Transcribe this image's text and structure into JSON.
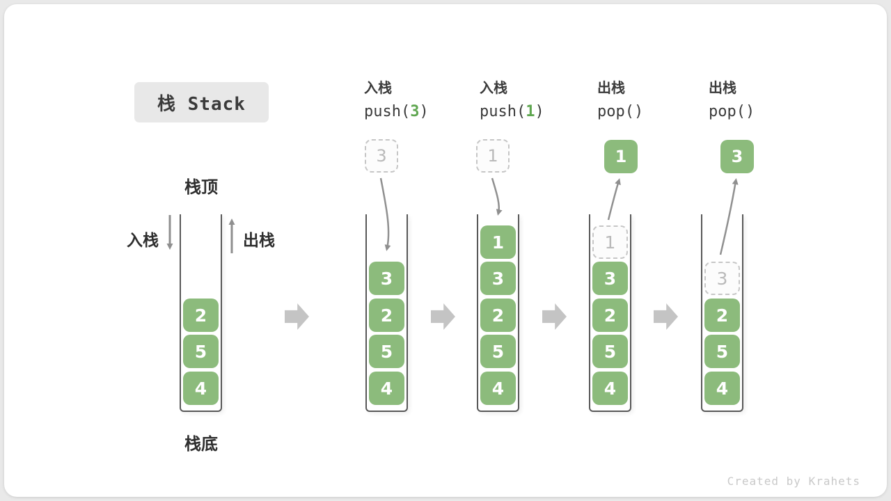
{
  "title": "栈 Stack",
  "watermark": "Created by Krahets",
  "colors": {
    "element_green": "#8CBB7C",
    "code_arg_green": "#5FA650",
    "flow_arrow_gray": "#c4c4c4",
    "dashed_gray": "#c6c6c6",
    "container_border": "#585858",
    "title_box_bg": "#e8e8e8"
  },
  "annotations": {
    "stack_top": "栈顶",
    "stack_bottom": "栈底",
    "push_label": "入栈",
    "pop_label": "出栈"
  },
  "states": [
    {
      "name": "initial",
      "elements": [
        "2",
        "5",
        "4"
      ]
    },
    {
      "name": "after-push-3",
      "op": {
        "action": "入栈",
        "code_pre": "push(",
        "arg": "3",
        "code_post": ")"
      },
      "incoming": "3",
      "elements": [
        "3",
        "2",
        "5",
        "4"
      ]
    },
    {
      "name": "after-push-1",
      "op": {
        "action": "入栈",
        "code_pre": "push(",
        "arg": "1",
        "code_post": ")"
      },
      "incoming": "1",
      "elements": [
        "1",
        "3",
        "2",
        "5",
        "4"
      ]
    },
    {
      "name": "after-pop-1",
      "op": {
        "action": "出栈",
        "code": "pop()"
      },
      "popped": "1",
      "ghost": "1",
      "elements": [
        "3",
        "2",
        "5",
        "4"
      ]
    },
    {
      "name": "after-pop-3",
      "op": {
        "action": "出栈",
        "code": "pop()"
      },
      "popped": "3",
      "ghost": "3",
      "elements": [
        "2",
        "5",
        "4"
      ]
    }
  ]
}
